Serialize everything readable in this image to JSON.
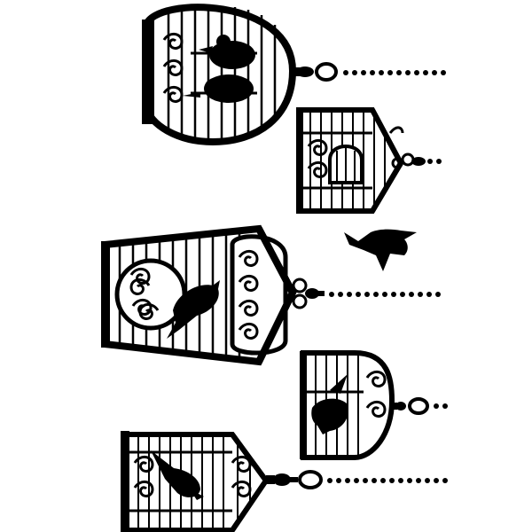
{
  "artwork": {
    "subject": "birdcage-silhouettes",
    "ink_color": "#000000",
    "background_color": "#ffffff",
    "cage_count": 5,
    "flying_bird_count": 1
  }
}
